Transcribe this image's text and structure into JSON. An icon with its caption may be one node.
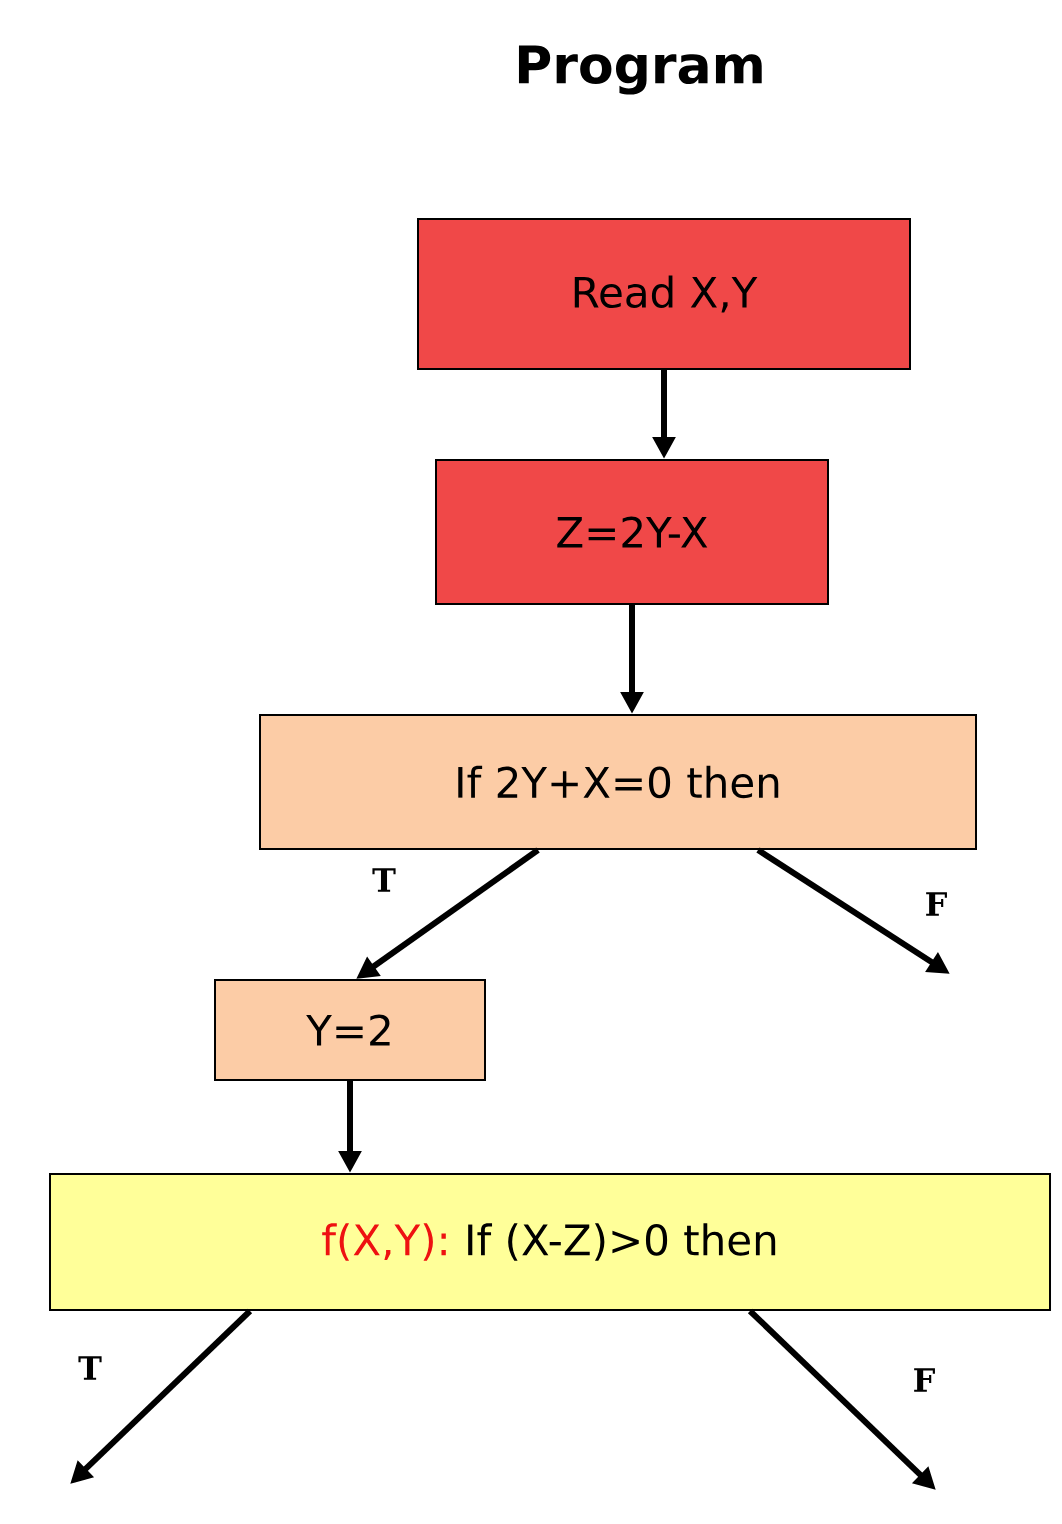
{
  "diagram": {
    "title": "Program",
    "nodes": [
      {
        "text": [
          "Read X,Y"
        ]
      },
      {
        "text": [
          "Z=2Y-X"
        ]
      },
      {
        "text": [
          "If 2Y+X=0 then"
        ]
      },
      {
        "text": [
          "Y=2"
        ]
      },
      {
        "text": [
          "f(X,Y):",
          "If (X-Z)>0 then"
        ]
      }
    ],
    "edges": [
      {
        "from": 0,
        "to": 1,
        "arrow": "to"
      },
      {
        "from": 1,
        "to": 2,
        "arrow": "to"
      },
      {
        "from": 2,
        "to": 3,
        "arrow": "to",
        "label": "T"
      },
      {
        "from": 2,
        "to": null,
        "arrow": "to",
        "label": "F"
      },
      {
        "from": 3,
        "to": 4,
        "arrow": "to"
      },
      {
        "from": 4,
        "to": null,
        "arrow": "to",
        "label": "T"
      },
      {
        "from": 4,
        "to": null,
        "arrow": "to",
        "label": "F"
      }
    ]
  }
}
